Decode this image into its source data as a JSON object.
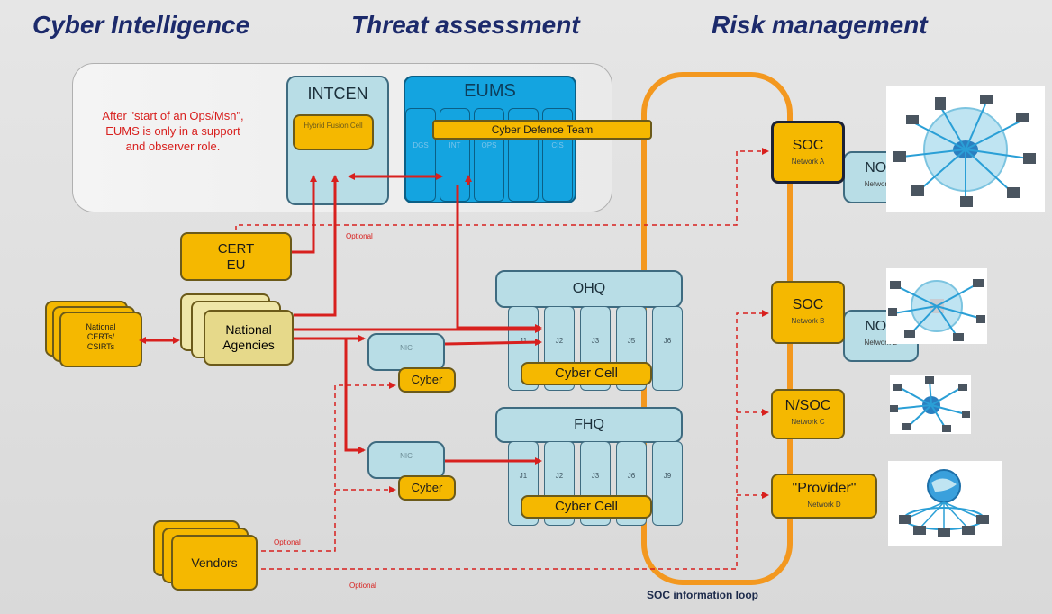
{
  "headers": {
    "cyber_intelligence": "Cyber Intelligence",
    "threat_assessment": "Threat assessment",
    "risk_management": "Risk management"
  },
  "note": {
    "line1": "After \"start of an Ops/Msn\",",
    "line2": "EUMS is only in a support",
    "line3": "and observer role."
  },
  "intcen": {
    "title": "INTCEN",
    "fusion_cell": "Hybrid Fusion Cell"
  },
  "eums": {
    "title": "EUMS",
    "cyber_defence_team": "Cyber Defence Team",
    "columns": [
      "DGS",
      "INT",
      "OPS",
      "",
      "CIS"
    ]
  },
  "cert_eu": {
    "line1": "CERT",
    "line2": "EU"
  },
  "optional_labels": {
    "top": "Optional",
    "vendors_top": "Optional",
    "vendors_bottom": "Optional"
  },
  "national_certs": {
    "line1": "National",
    "line2": "CERTs/",
    "line3": "CSIRTs"
  },
  "national_agencies": {
    "line1": "National",
    "line2": "Agencies"
  },
  "nic_top": {
    "label": "NIC",
    "cyber": "Cyber"
  },
  "nic_bottom": {
    "label": "NIC",
    "cyber": "Cyber"
  },
  "ohq": {
    "title": "OHQ",
    "columns": [
      "J1",
      "J2",
      "J3",
      "J5",
      "J6"
    ],
    "cyber_cell": "Cyber Cell"
  },
  "fhq": {
    "title": "FHQ",
    "columns": [
      "J1",
      "J2",
      "J3",
      "J6",
      "J9"
    ],
    "cyber_cell": "Cyber Cell"
  },
  "vendors": {
    "label": "Vendors"
  },
  "soc_loop": {
    "label": "SOC information loop"
  },
  "networks": [
    {
      "name": "SOC",
      "sub": "Network A",
      "noc": "NOC",
      "noc_sub": "Network A"
    },
    {
      "name": "SOC",
      "sub": "Network B",
      "noc": "NOC",
      "noc_sub": "Network B"
    },
    {
      "name": "N/SOC",
      "sub": "Network C"
    },
    {
      "name": "\"Provider\"",
      "sub": "Network D"
    }
  ],
  "colors": {
    "orange": "#f5b800",
    "light_blue": "#b8dde6",
    "eums_blue": "#14a4e0",
    "arrow_red": "#d8201e",
    "loop_orange": "#f3981f",
    "header_navy": "#1c2a6b"
  }
}
